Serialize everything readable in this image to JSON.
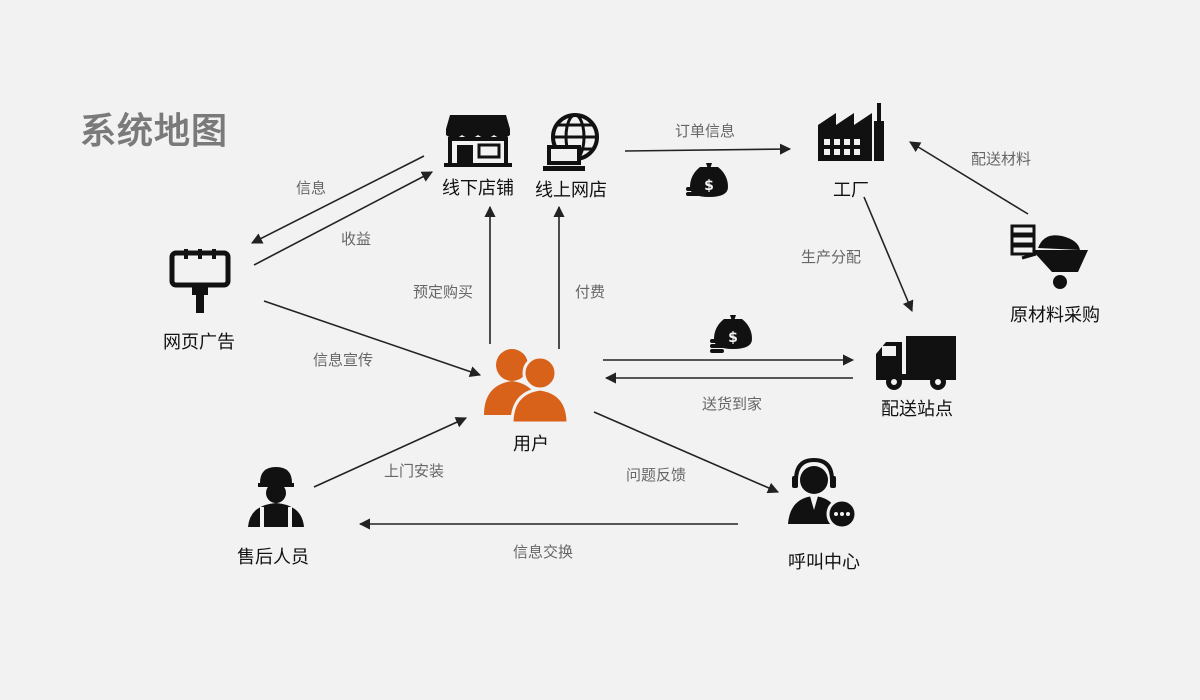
{
  "title": "系统地图",
  "nodes": {
    "offline_store": "线下店铺",
    "online_store": "线上网店",
    "factory": "工厂",
    "web_ad": "网页广告",
    "raw_materials": "原材料采购",
    "user": "用户",
    "delivery_station": "配送站点",
    "after_sales": "售后人员",
    "call_center": "呼叫中心"
  },
  "edges": {
    "order_info": "订单信息",
    "deliver_materials": "配送材料",
    "info": "信息",
    "revenue": "收益",
    "production_allocation": "生产分配",
    "reserve_purchase": "预定购买",
    "payment": "付费",
    "info_promotion": "信息宣传",
    "home_delivery": "送货到家",
    "onsite_install": "上门安装",
    "issue_feedback": "问题反馈",
    "info_exchange": "信息交换"
  },
  "colors": {
    "icon": "#111111",
    "user": "#d9621b",
    "arrow": "#222222",
    "title": "#7a7a7a",
    "edge_text": "#666666",
    "background": "#f2f2f2"
  },
  "icons": {
    "offline_store": "storefront-icon",
    "online_store": "globe-computer-icon",
    "factory": "factory-icon",
    "web_ad": "billboard-icon",
    "raw_materials": "wheelbarrow-bricks-icon",
    "user": "users-icon",
    "delivery_station": "truck-icon",
    "after_sales": "worker-icon",
    "call_center": "headset-agent-icon",
    "money": "money-bag-icon"
  }
}
